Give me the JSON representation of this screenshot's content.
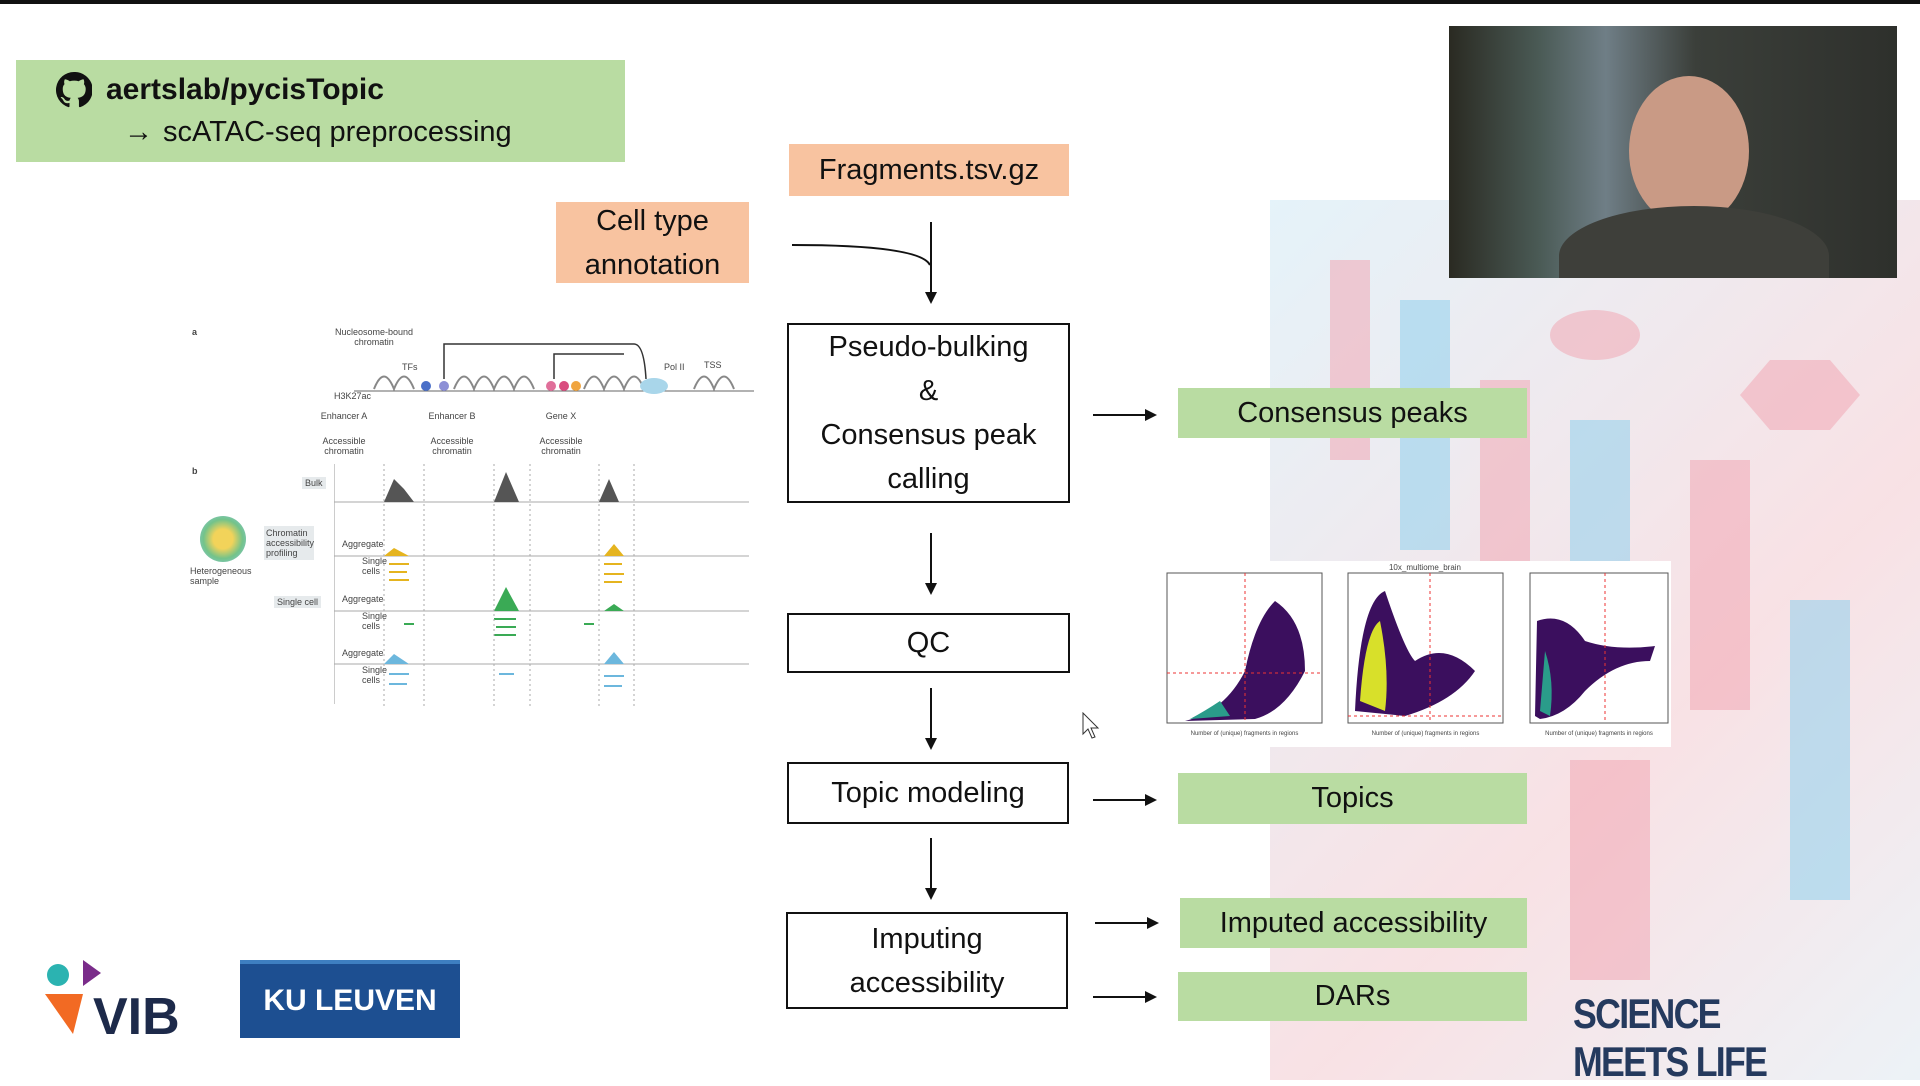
{
  "header": {
    "repo": "aertslab/pycisTopic",
    "subtitle": "scATAC-seq preprocessing",
    "repo_icon": "github-icon"
  },
  "inputs": {
    "fragments": "Fragments.tsv.gz",
    "cell_type": [
      "Cell type",
      "annotation"
    ]
  },
  "steps": {
    "pseudo": [
      "Pseudo-bulking",
      "&",
      "Consensus peak",
      "calling"
    ],
    "qc": "QC",
    "topic": "Topic modeling",
    "imputing": [
      "Imputing",
      "accessibility"
    ]
  },
  "outputs": {
    "consensus": "Consensus peaks",
    "topics": "Topics",
    "imputed": "Imputed accessibility",
    "dars": "DARs"
  },
  "figure": {
    "panel_a": "a",
    "panel_b": "b",
    "nucleosome": "Nucleosome-bound chromatin",
    "tfs": "TFs",
    "h3k27ac": "H3K27ac",
    "pol2": "Pol II",
    "tss": "TSS",
    "enhancer_a": "Enhancer A",
    "enhancer_b": "Enhancer B",
    "gene_x": "Gene X",
    "accessible": "Accessible chromatin",
    "bulk": "Bulk",
    "profiling": "Chromatin accessibility profiling",
    "single_cell": "Single cell",
    "sample": "Heterogeneous sample",
    "aggregate": "Aggregate",
    "single_cells": "Single cells"
  },
  "qc_plots": {
    "title": "10x_multiome_brain",
    "xlabel": "Number of (unique) fragments in regions"
  },
  "logos": {
    "vib": "VIB",
    "ku": "KU LEUVEN",
    "tagline": "SCIENCE MEETS LIFE"
  },
  "colors": {
    "green": "#b9dca2",
    "orange": "#f8c3a0",
    "ku_blue": "#1d4f91"
  }
}
